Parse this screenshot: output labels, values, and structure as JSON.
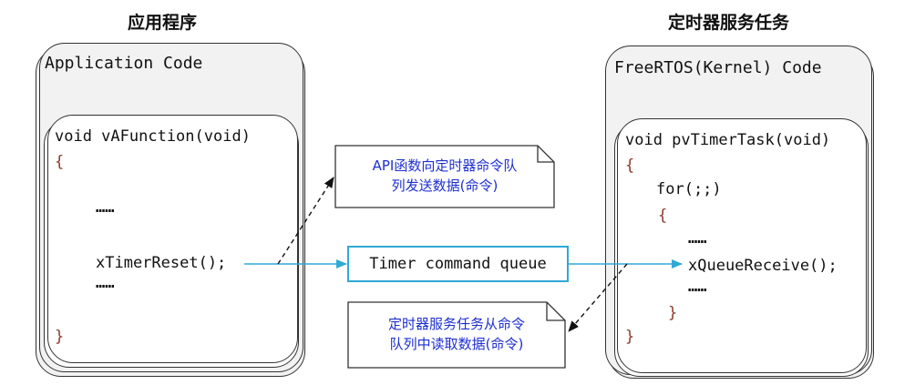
{
  "left": {
    "heading": "应用程序",
    "outer_title": "Application Code",
    "code": {
      "signature": "void vAFunction(void)",
      "open_brace": "{",
      "dots_top": "……",
      "call": "xTimerReset();",
      "dots_bottom": "……",
      "close_brace": "}"
    }
  },
  "right": {
    "heading": "定时器服务任务",
    "outer_title": "FreeRTOS(Kernel) Code",
    "code": {
      "signature": "void pvTimerTask(void)",
      "open_brace": "{",
      "for_line": "for(;;)",
      "inner_open_brace": "{",
      "dots_top": "……",
      "call": "xQueueReceive();",
      "dots_bottom": "……",
      "inner_close_brace": "}",
      "close_brace": "}"
    }
  },
  "queue": {
    "label": "Timer command queue"
  },
  "notes": {
    "send": [
      "API函数向定时器命令队",
      "列发送数据(命令)"
    ],
    "receive": [
      "定时器服务任务从命令",
      "队列中读取数据(命令)"
    ]
  },
  "colors": {
    "queue_arrow": "#2fa9d6",
    "note_text": "#1d2fd0",
    "brace": "#8a3a2a"
  }
}
